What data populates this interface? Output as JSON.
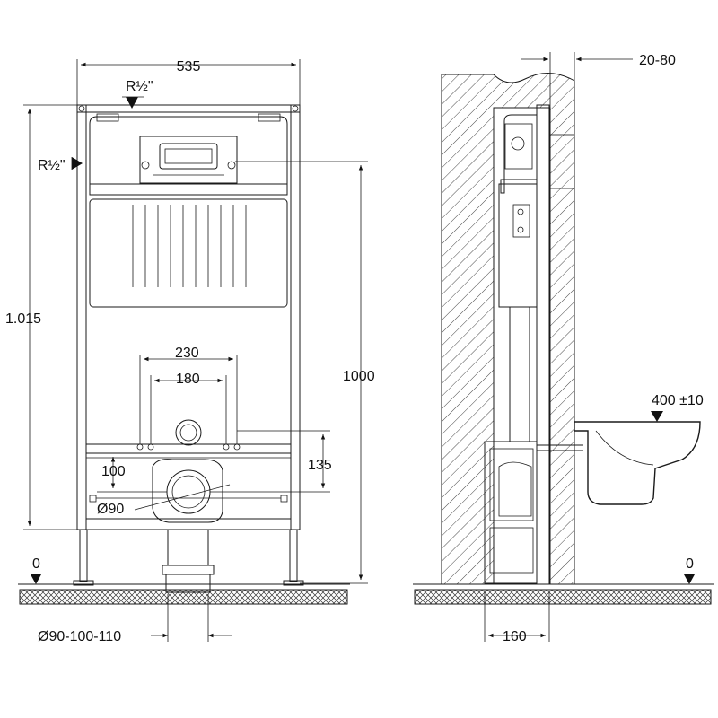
{
  "front_view": {
    "dim_width": "535",
    "dim_height_total": "1.015",
    "dim_height_frame": "1000",
    "dim_top_inlet": "R½\"",
    "dim_side_inlet": "R½\"",
    "dim_bolt_outer": "230",
    "dim_bolt_inner": "180",
    "dim_drain_offset": "100",
    "dim_bolt_height": "135",
    "dim_drain_dia": "Ø90",
    "dim_drain_range": "Ø90-100-110",
    "floor_level": "0"
  },
  "side_view": {
    "dim_wall_gap": "20-80",
    "dim_bowl_height": "400 ±10",
    "dim_depth": "160",
    "floor_level": "0"
  }
}
